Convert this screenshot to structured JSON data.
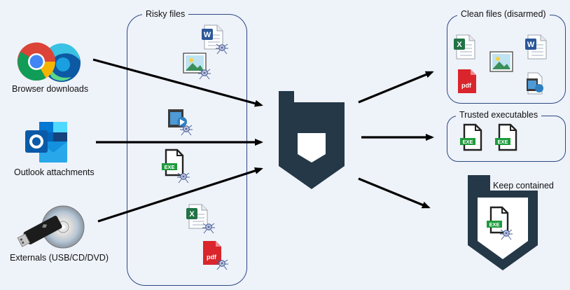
{
  "sources": {
    "browser_label": "Browser downloads",
    "outlook_label": "Outlook attachments",
    "externals_label": "Externals (USB/CD/DVD)"
  },
  "risky": {
    "title": "Risky files"
  },
  "clean": {
    "title": "Clean files (disarmed)"
  },
  "trusted": {
    "title": "Trusted executables"
  },
  "contained": {
    "title": "Keep contained"
  },
  "file_badges": {
    "exe": "EXE",
    "pdf": "pdf",
    "word": "W",
    "excel": "X"
  },
  "colors": {
    "background": "#eef2f9",
    "box_border": "#2b4a82",
    "shield": "#243847",
    "word": "#2b579a",
    "excel": "#217346",
    "pdf": "#d9252b",
    "exe": "#1e9b3c"
  }
}
